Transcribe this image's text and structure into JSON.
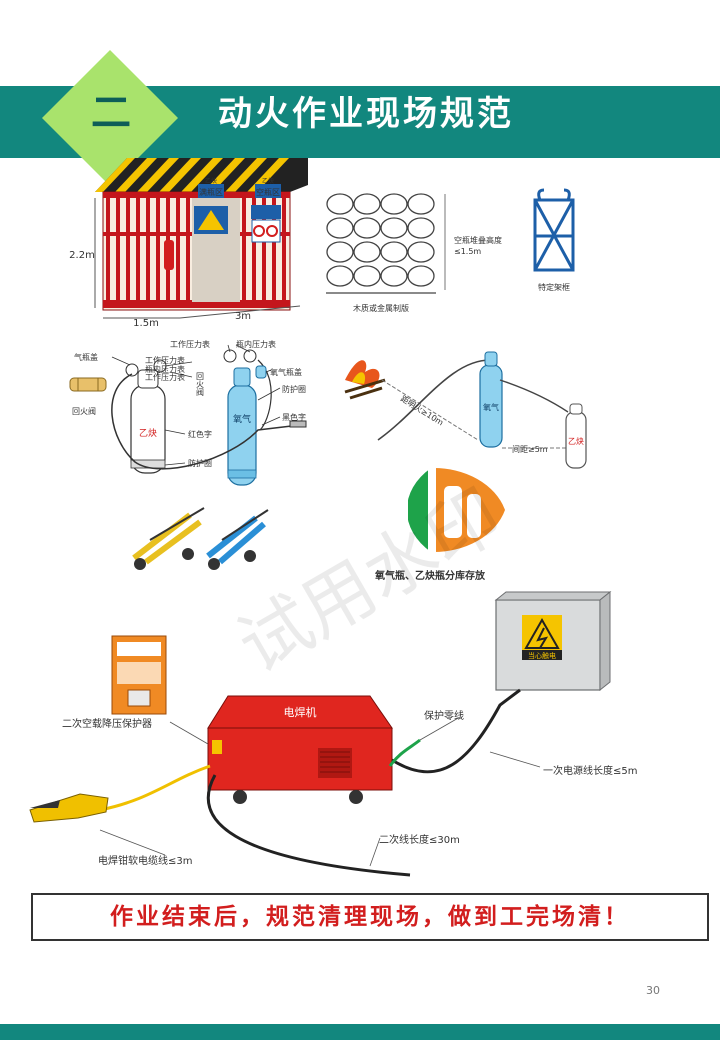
{
  "header": {
    "section_number": "二",
    "title": "动火作业现场规范"
  },
  "storage_shed": {
    "sign_left_top": "乙炔",
    "sign_left": "满瓶区",
    "sign_right_top": "乙炔",
    "sign_right": "空瓶区",
    "dim_height": "2.2m",
    "dim_depth": "1.5m",
    "dim_width": "3m"
  },
  "stacking": {
    "height_label": "空瓶堆叠高度",
    "height_value": "≤1.5m",
    "material_label": "木质或金属制版",
    "rack_label": "特定架框"
  },
  "cylinder_parts": {
    "gas_cap": "气瓶盖",
    "working_gauge_1": "工作压力表",
    "working_gauge_2": "工作压力表",
    "working_gauge_3": "工作压力表",
    "cylinder_gauge_1": "瓶内压力表",
    "cylinder_gauge_2": "瓶内压力表",
    "oxygen_cap": "氧气瓶盖",
    "protect_ring_1": "防护圈",
    "flashback_valve": "回火阀",
    "flashback_valve_vertical": "回火阀",
    "black_text": "黑色字",
    "red_text": "红色字",
    "protect_ring_2": "防护圈",
    "acetylene_mark": "乙炔",
    "oxygen_mark": "氧气"
  },
  "distances": {
    "fire_distance": "距明火≥10m",
    "cylinder_distance": "间距≥5m"
  },
  "separate_storage": {
    "label": "氧气瓶、乙炔瓶分库存放"
  },
  "welding": {
    "machine_label": "电焊机",
    "protector_label": "二次空载降压保护器",
    "ground_wire_label": "保护零线",
    "primary_cable_label": "一次电源线长度≤5m",
    "secondary_cable_label": "二次线长度≤30m",
    "clamp_cable_label": "电焊钳软电缆线≤3m",
    "electric_warning": "当心触电"
  },
  "watermark": "试用水印",
  "slogan": "作业结束后，规范清理现场，做到工完场清！",
  "page_number": "30",
  "colors": {
    "header_teal": "#12877e",
    "diamond_green": "#a9e36c",
    "slogan_red": "#d21e1e",
    "machine_red": "#e0261f",
    "shed_red": "#c4161c"
  }
}
